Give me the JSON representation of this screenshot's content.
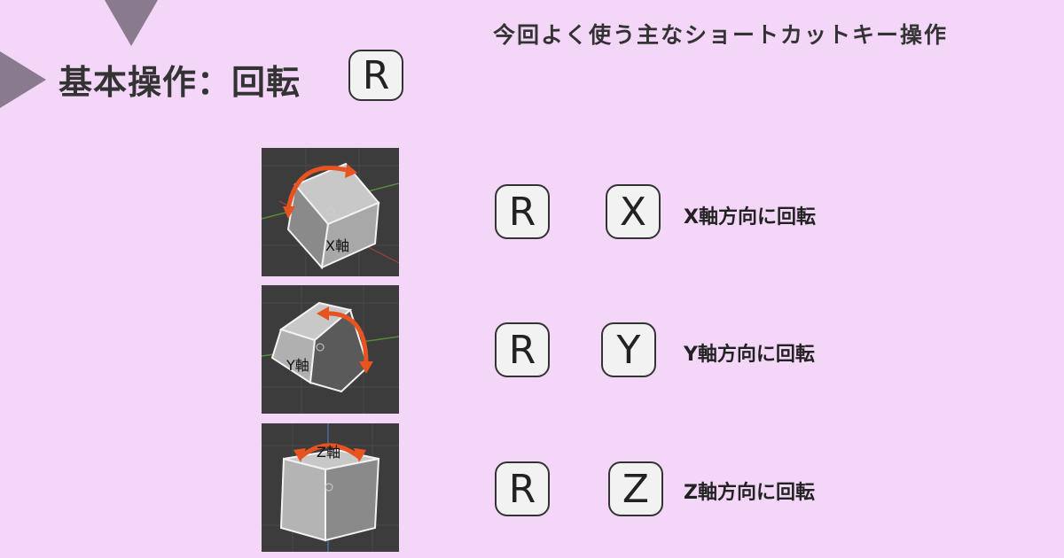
{
  "header": {
    "title": "基本操作：回転",
    "title_key": "R",
    "subtitle": "今回よく使う主なショートカットキー操作"
  },
  "rows": [
    {
      "image_label": "X軸",
      "key1": "R",
      "key2": "X",
      "description": "X軸方向に回転"
    },
    {
      "image_label": "Y軸",
      "key1": "R",
      "key2": "Y",
      "description": "Y軸方向に回転"
    },
    {
      "image_label": "Z軸",
      "key1": "R",
      "key2": "Z",
      "description": "Z軸方向に回転"
    }
  ],
  "colors": {
    "background": "#f3d6f8",
    "triangle": "#8a7a8d",
    "arrow": "#e8531f",
    "viewport": "#3c3c3c",
    "key_fill": "#f2f2f2"
  },
  "icons": [
    "cube-x-rotation-image",
    "cube-y-rotation-image",
    "cube-z-rotation-image",
    "rotation-arrow-icon"
  ]
}
